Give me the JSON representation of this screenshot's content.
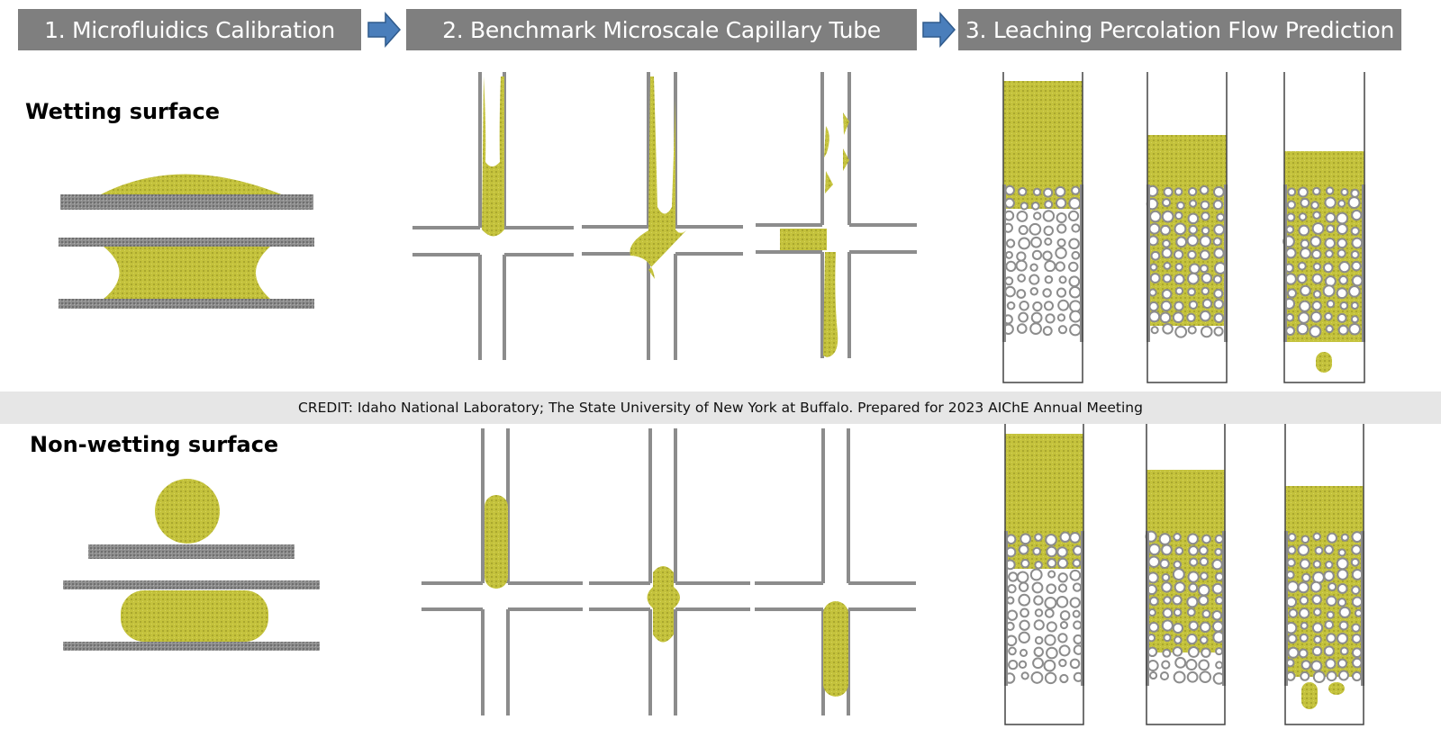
{
  "header": {
    "step1": "1. Microfluidics Calibration",
    "step2": "2. Benchmark Microscale Capillary Tube",
    "step3": "3. Leaching Percolation Flow Prediction"
  },
  "rows": {
    "wetting_label": "Wetting surface",
    "nonwetting_label": "Non-wetting surface"
  },
  "credit": "CREDIT: Idaho National Laboratory; The State University of New York at Buffalo. Prepared for 2023 AIChE Annual Meeting",
  "colors": {
    "header_bg": "#7f7f7f",
    "arrow": "#4a7ebb",
    "fluid": "#c2c040",
    "wall": "#8c8c8c",
    "credit_bg": "#e6e6e6"
  }
}
